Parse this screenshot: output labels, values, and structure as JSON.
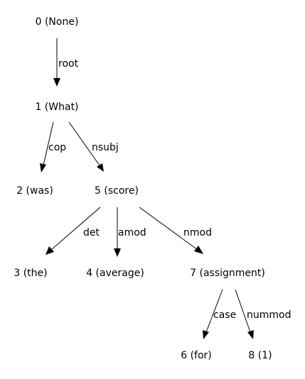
{
  "nodes": [
    {
      "id": "0",
      "label": "0 (None)"
    },
    {
      "id": "1",
      "label": "1 (What)"
    },
    {
      "id": "2",
      "label": "2 (was)"
    },
    {
      "id": "5",
      "label": "5 (score)"
    },
    {
      "id": "3",
      "label": "3 (the)"
    },
    {
      "id": "4",
      "label": "4 (average)"
    },
    {
      "id": "7",
      "label": "7 (assignment)"
    },
    {
      "id": "6",
      "label": "6 (for)"
    },
    {
      "id": "8",
      "label": "8 (1)"
    }
  ],
  "edges": [
    {
      "from": "0",
      "to": "1",
      "label": "root"
    },
    {
      "from": "1",
      "to": "2",
      "label": "cop"
    },
    {
      "from": "1",
      "to": "5",
      "label": "nsubj"
    },
    {
      "from": "5",
      "to": "3",
      "label": "det"
    },
    {
      "from": "5",
      "to": "4",
      "label": "amod"
    },
    {
      "from": "5",
      "to": "7",
      "label": "nmod"
    },
    {
      "from": "7",
      "to": "6",
      "label": "case"
    },
    {
      "from": "7",
      "to": "8",
      "label": "nummod"
    }
  ]
}
